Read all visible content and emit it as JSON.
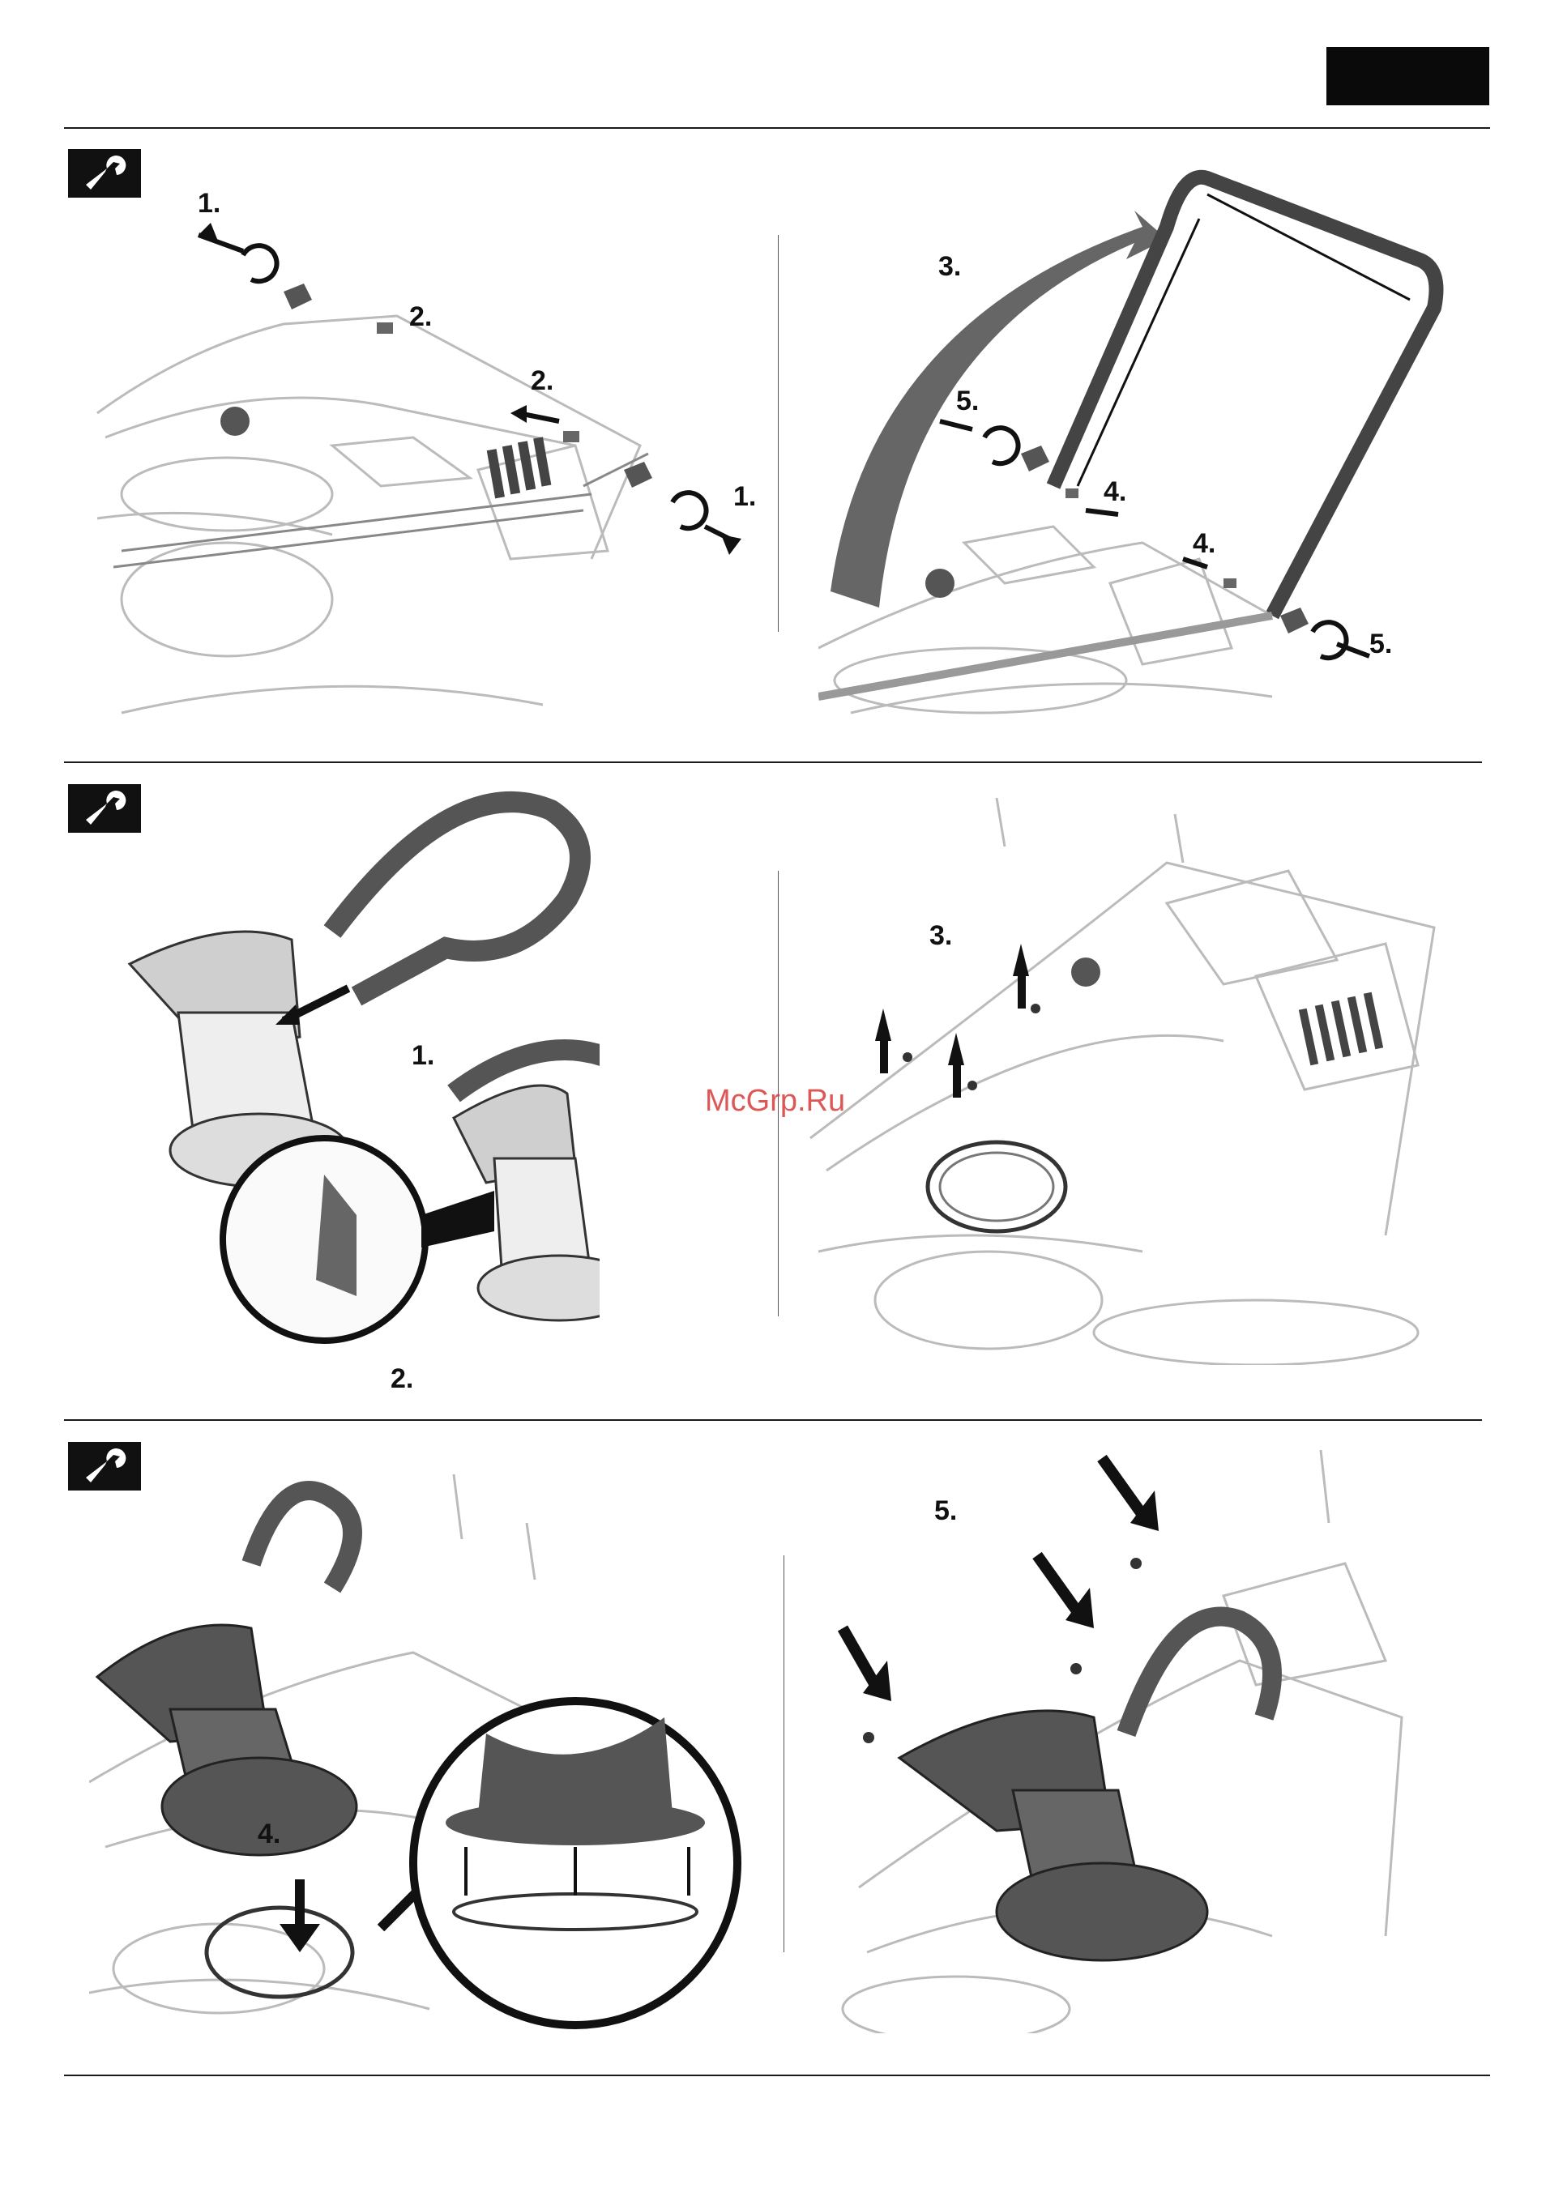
{
  "header": {
    "tab_text": ""
  },
  "watermark": "McGrp.Ru",
  "footer": {
    "text": ""
  },
  "sections": [
    {
      "icon": "wrench-icon",
      "left_panel": {
        "steps": [
          "1.",
          "2.",
          "2.",
          "1."
        ]
      },
      "right_panel": {
        "steps": [
          "3.",
          "5.",
          "4.",
          "4.",
          "5."
        ]
      }
    },
    {
      "icon": "wrench-icon",
      "left_panel": {
        "steps": [
          "1.",
          "2."
        ]
      },
      "right_panel": {
        "steps": [
          "3."
        ]
      }
    },
    {
      "icon": "wrench-icon",
      "left_panel": {
        "steps": [
          "4."
        ]
      },
      "right_panel": {
        "steps": [
          "5."
        ]
      }
    }
  ],
  "colors": {
    "line": "#1a1a1a",
    "part_dark": "#555555",
    "part_light": "#cfcfcf",
    "outline": "#bbbbbb"
  }
}
